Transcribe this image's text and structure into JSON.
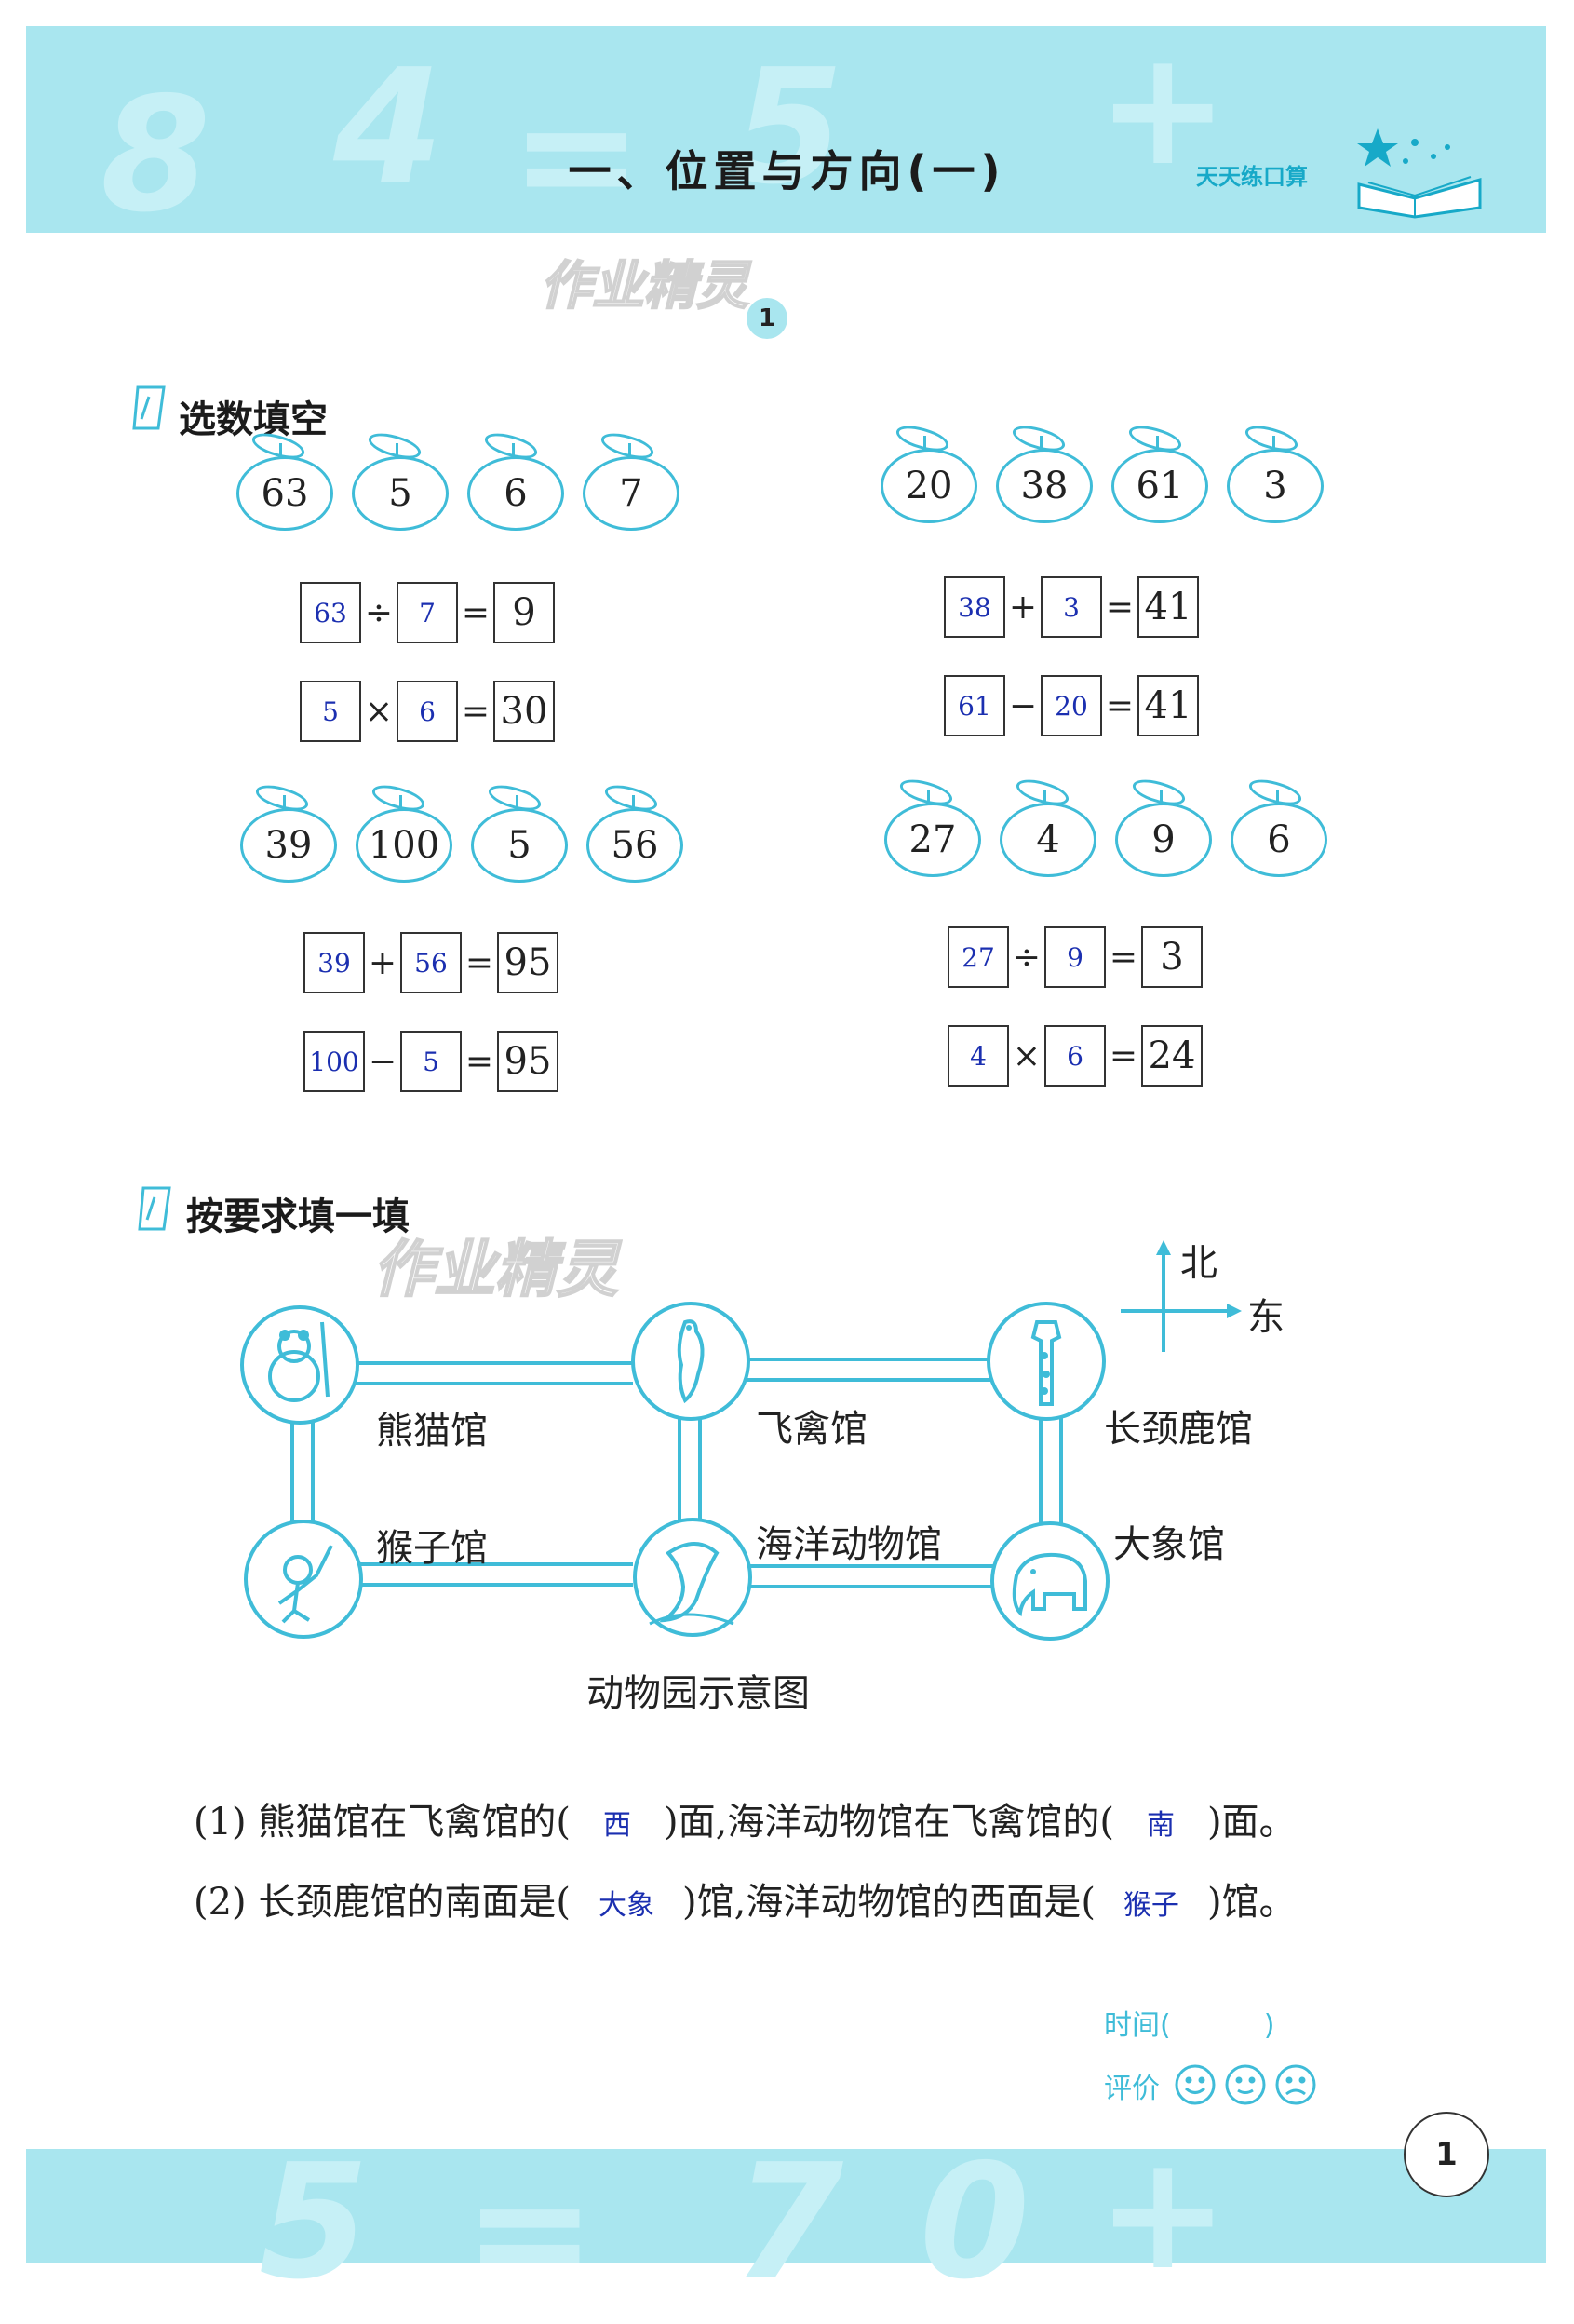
{
  "header": {
    "title": "一、位置与方向(一)",
    "brand": "天天练口算",
    "badge": "1",
    "watermark": "作业精灵"
  },
  "section1": {
    "title": "选数填空",
    "groups": [
      {
        "apples": [
          "63",
          "5",
          "6",
          "7"
        ],
        "equations": [
          {
            "a": "63",
            "op": "÷",
            "b": "7",
            "result": "9"
          },
          {
            "a": "5",
            "op": "×",
            "b": "6",
            "result": "30"
          }
        ]
      },
      {
        "apples": [
          "20",
          "38",
          "61",
          "3"
        ],
        "equations": [
          {
            "a": "38",
            "op": "+",
            "b": "3",
            "result": "41"
          },
          {
            "a": "61",
            "op": "−",
            "b": "20",
            "result": "41"
          }
        ]
      },
      {
        "apples": [
          "39",
          "100",
          "5",
          "56"
        ],
        "equations": [
          {
            "a": "39",
            "op": "+",
            "b": "56",
            "result": "95"
          },
          {
            "a": "100",
            "op": "−",
            "b": "5",
            "result": "95"
          }
        ]
      },
      {
        "apples": [
          "27",
          "4",
          "9",
          "6"
        ],
        "equations": [
          {
            "a": "27",
            "op": "÷",
            "b": "9",
            "result": "3"
          },
          {
            "a": "4",
            "op": "×",
            "b": "6",
            "result": "24"
          }
        ]
      }
    ]
  },
  "section2": {
    "title": "按要求填一填",
    "watermark": "作业精灵",
    "compass": {
      "north": "北",
      "east": "东"
    },
    "map": {
      "panda": "熊猫馆",
      "bird": "飞禽馆",
      "giraffe": "长颈鹿馆",
      "monkey": "猴子馆",
      "ocean": "海洋动物馆",
      "elephant": "大象馆",
      "caption": "动物园示意图"
    },
    "q1": {
      "num": "(1)",
      "t1": "熊猫馆在飞禽馆的(",
      "a1": "西",
      "t2": ")面,海洋动物馆在飞禽馆的(",
      "a2": "南",
      "t3": ")面。"
    },
    "q2": {
      "num": "(2)",
      "t1": "长颈鹿馆的南面是(",
      "a1": "大象",
      "t2": ")馆,海洋动物馆的西面是(",
      "a2": "猴子",
      "t3": ")馆。"
    }
  },
  "footer": {
    "time_label": "时间(",
    "time_close": ")",
    "rating_label": "评价",
    "page_number": "1"
  },
  "colors": {
    "band": "#a9e6ef",
    "accent": "#3fbcd8",
    "answer": "#1b2fb0"
  }
}
